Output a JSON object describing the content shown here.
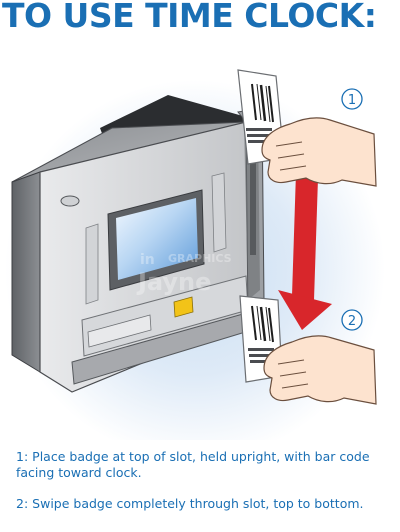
{
  "title": "TO USE TIME CLOCK:",
  "callouts": [
    "1",
    "2"
  ],
  "watermark": {
    "small": "in",
    "brand": "GRAPHICS",
    "name": "Jayne"
  },
  "steps": [
    {
      "number": "1:",
      "text": "Place badge at top of slot, held upright, with bar code facing toward clock."
    },
    {
      "number": "2:",
      "text": "Swipe badge completely through slot, top to bottom."
    }
  ],
  "colors": {
    "title": "#1a6fb4",
    "arrow": "#d8262b",
    "keypad_button": "#f2c318",
    "skin": "#fde3cf",
    "device_body": "#b7b9bc"
  },
  "icons": [
    "time-clock-device",
    "badge-card",
    "hand",
    "down-arrow"
  ]
}
